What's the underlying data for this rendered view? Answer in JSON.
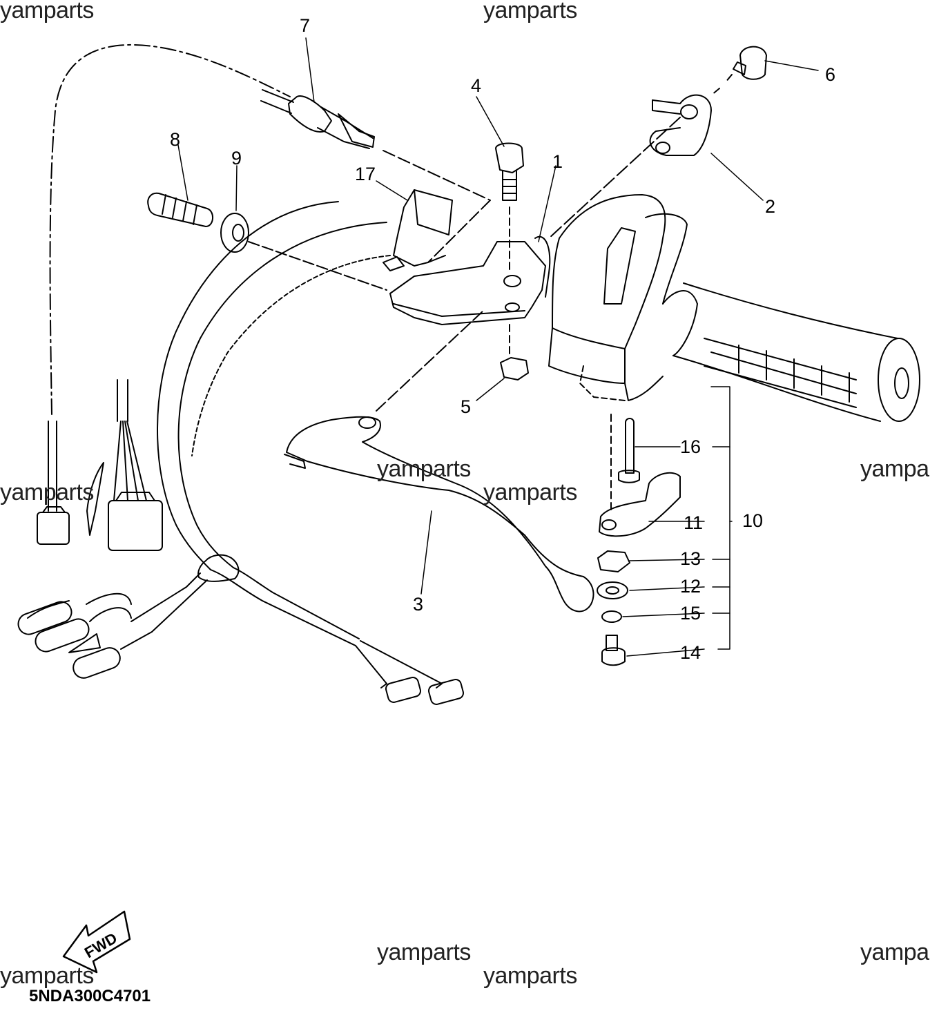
{
  "watermarks": [
    {
      "text": "yamparts"
    },
    {
      "text": "yamparts"
    },
    {
      "text": "yamparts"
    },
    {
      "text": "yamparts"
    },
    {
      "text": "yamparts"
    },
    {
      "text": "yampa"
    },
    {
      "text": "yamparts"
    },
    {
      "text": "yampa"
    },
    {
      "text": "yamparts"
    },
    {
      "text": "yamparts"
    }
  ],
  "callouts": [
    {
      "number": "1"
    },
    {
      "number": "2"
    },
    {
      "number": "3"
    },
    {
      "number": "4"
    },
    {
      "number": "5"
    },
    {
      "number": "6"
    },
    {
      "number": "7"
    },
    {
      "number": "8"
    },
    {
      "number": "9"
    },
    {
      "number": "10"
    },
    {
      "number": "11"
    },
    {
      "number": "12"
    },
    {
      "number": "13"
    },
    {
      "number": "14"
    },
    {
      "number": "15"
    },
    {
      "number": "16"
    },
    {
      "number": "17"
    }
  ],
  "fwd_arrow": {
    "text": "FWD"
  },
  "diagram_code": "5NDA300C4701"
}
